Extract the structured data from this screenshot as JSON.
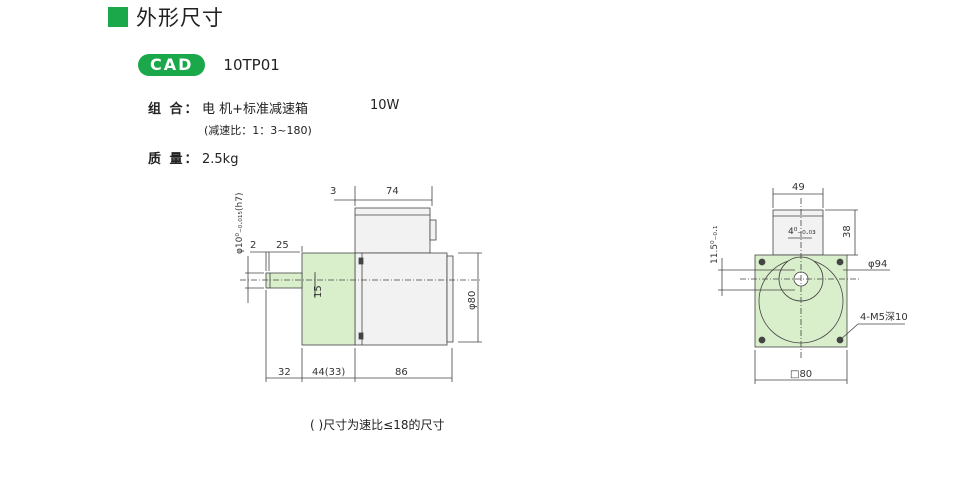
{
  "header": {
    "title": "外形尺寸"
  },
  "cad": {
    "badge": "CAD",
    "model": "10TP01"
  },
  "specs": {
    "combo_label": "组 合：",
    "combo_value": "电 机+标准减速箱",
    "power": "10W",
    "ratio_note": "(减速比：1：3~180)",
    "mass_label": "质 量：",
    "mass_value": "2.5kg"
  },
  "side_view": {
    "dim_top_3": "3",
    "dim_top_74": "74",
    "dim_2": "2",
    "dim_25": "25",
    "dim_shaft_dia": "φ10⁰₋₀.₀₁₅(h7)",
    "dim_15": "15",
    "dim_phi80": "φ80",
    "dim_32": "32",
    "dim_44": "44(33)",
    "dim_86": "86"
  },
  "front_view": {
    "dim_49": "49",
    "dim_38": "38",
    "dim_key": "4⁰₋₀.₀₃",
    "dim_115": "11.5⁰₋₀.₁",
    "dim_phi94": "φ94",
    "dim_holes": "4-M5深10",
    "dim_sq80": "□80"
  },
  "footnote": "( )尺寸为速比≤18的尺寸",
  "colors": {
    "accent": "#1aa84a",
    "gearbox_fill": "#d9eecb",
    "motor_fill": "#f2f2f2"
  }
}
